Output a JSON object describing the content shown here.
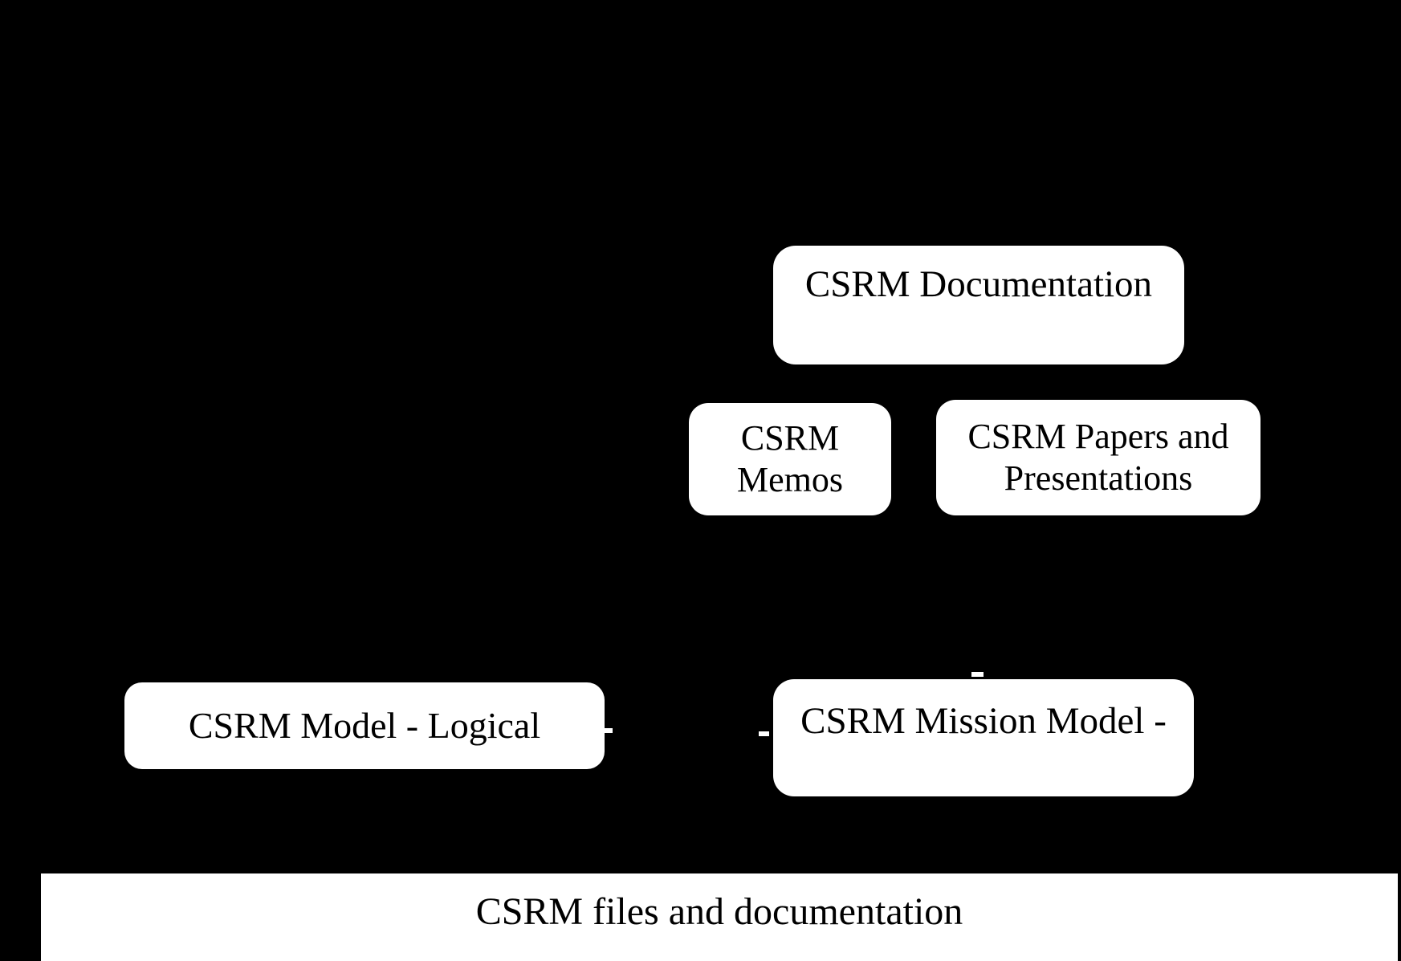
{
  "diagram": {
    "background_color": "#000000",
    "node_fill_color": "#ffffff",
    "text_color": "#000000",
    "nodes": [
      {
        "id": "csrm-documentation",
        "label": "CSRM Documentation",
        "lines": [
          "CSRM Documentation"
        ]
      },
      {
        "id": "csrm-memos",
        "label": "CSRM Memos",
        "lines": [
          "CSRM",
          "Memos"
        ]
      },
      {
        "id": "csrm-papers-and-presentations",
        "label": "CSRM Papers and Presentations",
        "lines": [
          "CSRM Papers and",
          "Presentations"
        ]
      },
      {
        "id": "csrm-model-logical",
        "label": "CSRM Model - Logical",
        "lines": [
          "CSRM Model - Logical"
        ]
      },
      {
        "id": "csrm-mission-model",
        "label": "CSRM Mission Model -",
        "lines": [
          "CSRM Mission Model -"
        ]
      }
    ],
    "footer": {
      "label": "CSRM files and documentation"
    }
  }
}
